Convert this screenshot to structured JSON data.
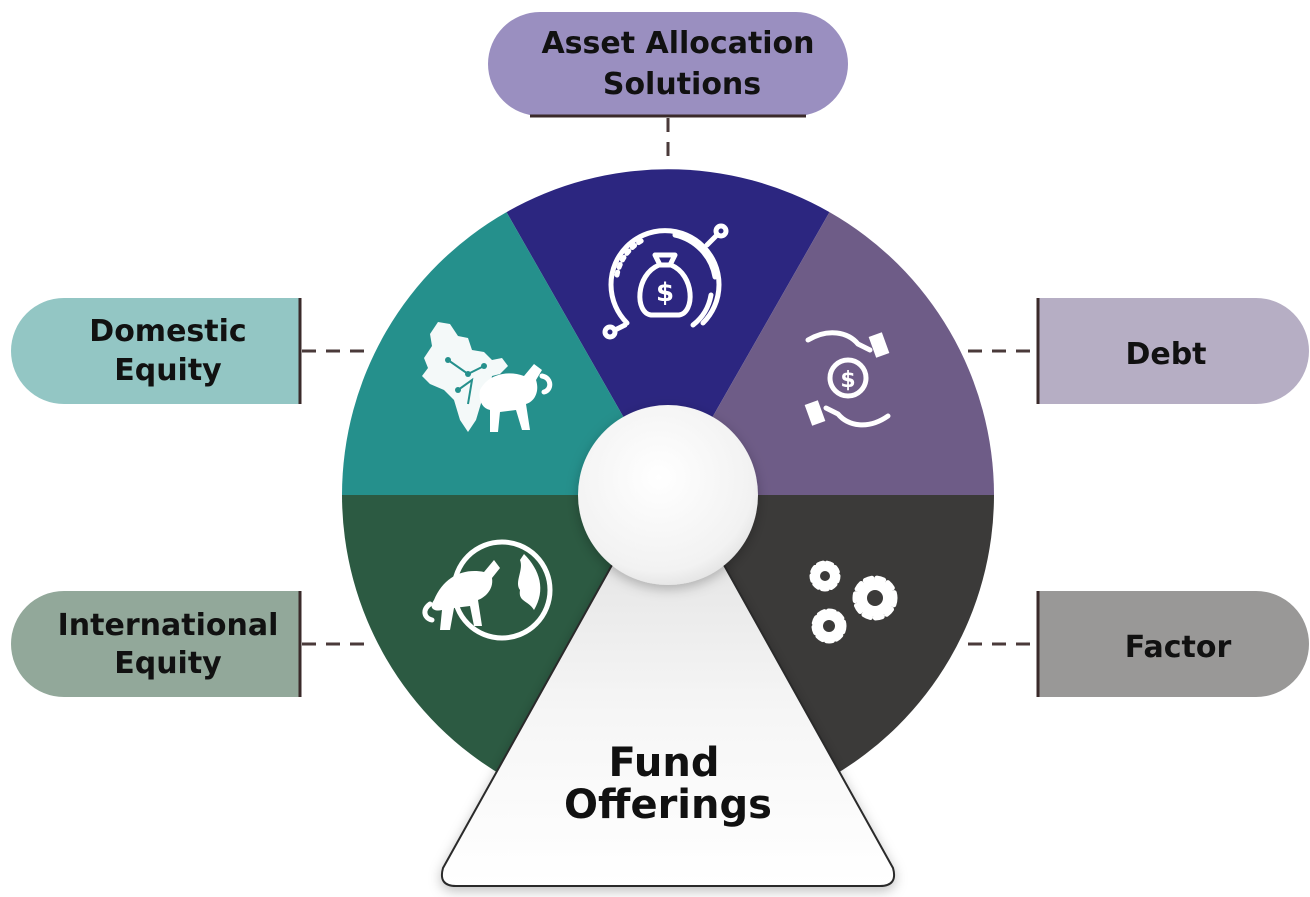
{
  "center": {
    "title_line1": "Fund",
    "title_line2": "Offerings"
  },
  "segments": {
    "asset_allocation": {
      "line1": "Asset Allocation",
      "line2": "Solutions",
      "color": "#2c2680",
      "label_bg": "#9a8fc0",
      "icon": "money-bag-gauge-icon"
    },
    "debt": {
      "line1": "Debt",
      "color": "#6e5c87",
      "label_bg": "#b6aec4",
      "icon": "hands-coin-icon"
    },
    "factor": {
      "line1": "Factor",
      "color": "#3b3a39",
      "label_bg": "#999897",
      "icon": "gears-icon"
    },
    "international_equity": {
      "line1": "International",
      "line2": "Equity",
      "color": "#2c5a42",
      "label_bg": "#92a89a",
      "icon": "bull-globe-icon"
    },
    "domestic_equity": {
      "line1": "Domestic",
      "line2": "Equity",
      "color": "#25908c",
      "label_bg": "#93c6c4",
      "icon": "india-bull-icon"
    }
  }
}
